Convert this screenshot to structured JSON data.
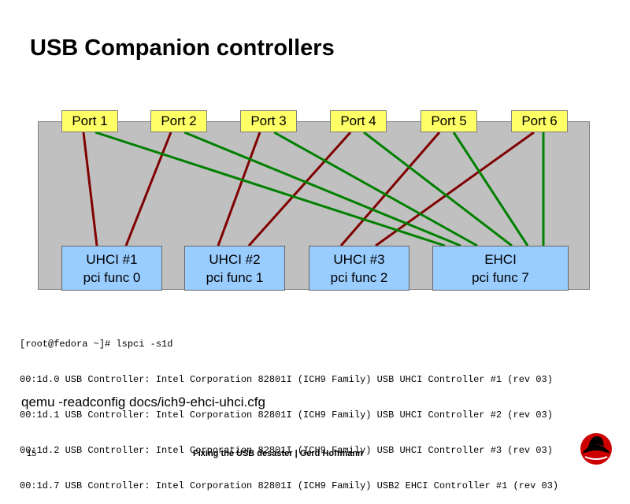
{
  "slide": {
    "title": "USB Companion controllers",
    "page_number": "15",
    "footer": "Fixing the USB desaster  |  Gerd Hoffmann"
  },
  "diagram": {
    "ports": [
      "Port 1",
      "Port 2",
      "Port 3",
      "Port 4",
      "Port 5",
      "Port 6"
    ],
    "controllers": [
      {
        "name": "UHCI #1",
        "func": "pci func 0"
      },
      {
        "name": "UHCI #2",
        "func": "pci func 1"
      },
      {
        "name": "UHCI #3",
        "func": "pci func 2"
      },
      {
        "name": "EHCI",
        "func": "pci func 7"
      }
    ],
    "colors": {
      "panel": "#c0c0c0",
      "port": "#ffff66",
      "controller": "#99ccff",
      "uhci_link": "#800000",
      "ehci_link": "#008000"
    }
  },
  "console": {
    "lines": [
      "[root@fedora ~]# lspci -s1d",
      "00:1d.0 USB Controller: Intel Corporation 82801I (ICH9 Family) USB UHCI Controller #1 (rev 03)",
      "00:1d.1 USB Controller: Intel Corporation 82801I (ICH9 Family) USB UHCI Controller #2 (rev 03)",
      "00:1d.2 USB Controller: Intel Corporation 82801I (ICH9 Family) USB UHCI Controller #3 (rev 03)",
      "00:1d.7 USB Controller: Intel Corporation 82801I (ICH9 Family) USB2 EHCI Controller #1 (rev 03)"
    ]
  },
  "command": "qemu -readconfig docs/ich9-ehci-uhci.cfg"
}
